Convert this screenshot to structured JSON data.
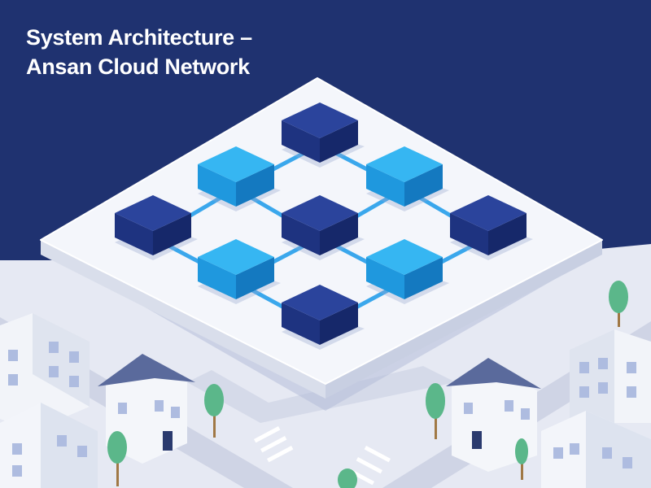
{
  "title": {
    "line1": "System Architecture –",
    "line2": "Ansan Cloud Network"
  },
  "colors": {
    "background": "#1f3270",
    "platform_top": "#f4f6fb",
    "platform_side": "#dde2ee",
    "node_dark_top": "#2b449c",
    "node_dark_left": "#1e3380",
    "node_dark_right": "#16286a",
    "node_light_top": "#36b6f2",
    "node_light_left": "#1f98de",
    "node_light_right": "#1479c0",
    "link": "#3aa7ec",
    "ground": "#e6e9f3",
    "road": "#ced3e4",
    "tree": "#5bb78a"
  },
  "diagram": {
    "nodes": [
      {
        "id": "n1",
        "kind": "dark"
      },
      {
        "id": "n2",
        "kind": "light"
      },
      {
        "id": "n3",
        "kind": "light"
      },
      {
        "id": "n4",
        "kind": "dark"
      },
      {
        "id": "n5",
        "kind": "dark"
      },
      {
        "id": "n6",
        "kind": "dark"
      },
      {
        "id": "n7",
        "kind": "light"
      },
      {
        "id": "n8",
        "kind": "light"
      },
      {
        "id": "n9",
        "kind": "dark"
      }
    ],
    "links": [
      [
        "n1",
        "n2"
      ],
      [
        "n1",
        "n3"
      ],
      [
        "n2",
        "n4"
      ],
      [
        "n2",
        "n5"
      ],
      [
        "n3",
        "n5"
      ],
      [
        "n3",
        "n6"
      ],
      [
        "n4",
        "n7"
      ],
      [
        "n5",
        "n7"
      ],
      [
        "n5",
        "n8"
      ],
      [
        "n6",
        "n8"
      ],
      [
        "n7",
        "n9"
      ],
      [
        "n8",
        "n9"
      ]
    ]
  }
}
